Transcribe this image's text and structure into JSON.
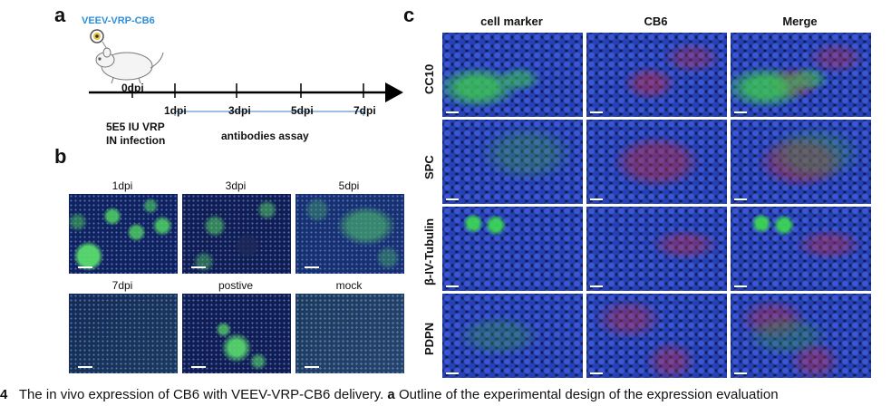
{
  "panels": {
    "a": "a",
    "b": "b",
    "c": "c"
  },
  "timeline": {
    "vector": "VEEV-VRP-CB6",
    "vector_color": "#2f8fd6",
    "ticks": [
      "0dpi",
      "1dpi",
      "3dpi",
      "5dpi",
      "7dpi"
    ],
    "dose_line1": "5E5 IU VRP",
    "dose_line2": "IN infection",
    "assay": "antibodies assay"
  },
  "panel_b": {
    "labels": [
      "1dpi",
      "3dpi",
      "5dpi",
      "7dpi",
      "postive",
      "mock"
    ]
  },
  "panel_c": {
    "columns": [
      "cell marker",
      "CB6",
      "Merge"
    ],
    "rows": [
      "CC10",
      "SPC",
      "β-IV-Tubulin",
      "PDPN"
    ]
  },
  "caption": {
    "number": "4",
    "text": "The in vivo expression of CB6 with VEEV-VRP-CB6 delivery.",
    "a_letter": "a",
    "a_text": "Outline of the experimental design of the expression evaluation"
  }
}
